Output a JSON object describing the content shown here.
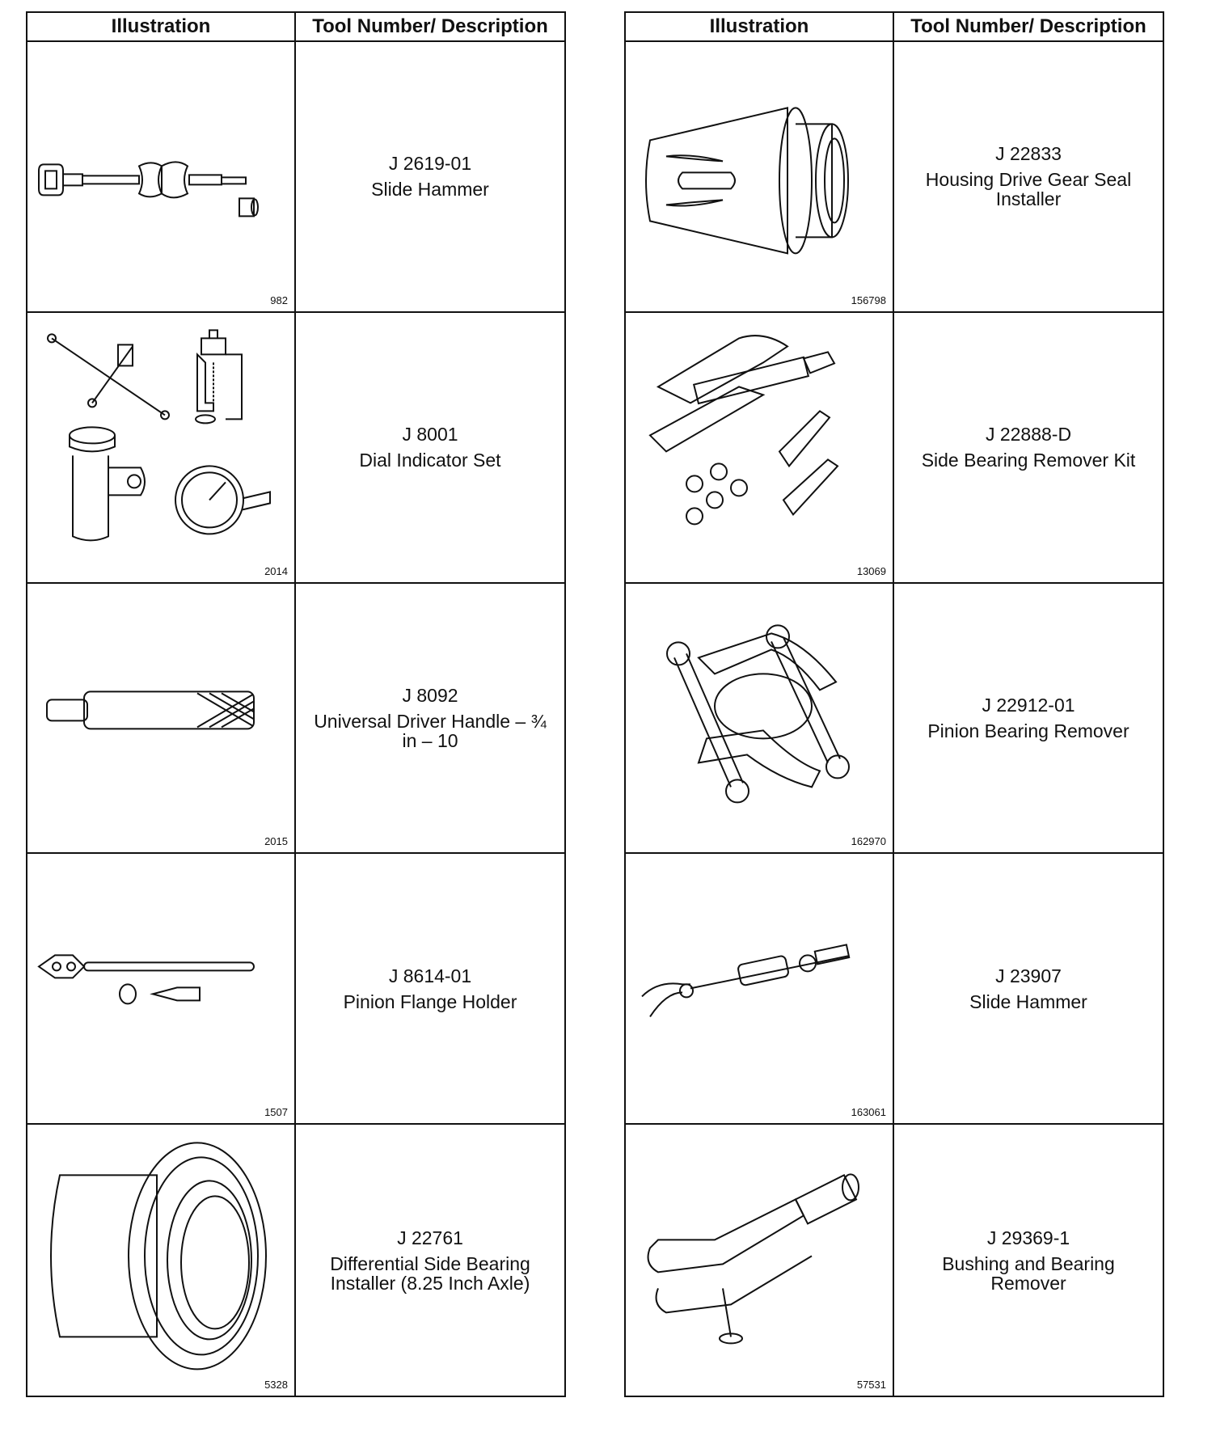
{
  "headers": {
    "illustration": "Illustration",
    "tool": "Tool Number/ Description"
  },
  "left": [
    {
      "fig": "982",
      "number": "J 2619-01",
      "name": "Slide Hammer",
      "icon": "slide-hammer-icon"
    },
    {
      "fig": "2014",
      "number": "J 8001",
      "name": "Dial Indicator Set",
      "icon": "dial-indicator-set-icon"
    },
    {
      "fig": "2015",
      "number": "J 8092",
      "name": "Universal Driver Handle – ¾ in – 10",
      "icon": "driver-handle-icon"
    },
    {
      "fig": "1507",
      "number": "J 8614-01",
      "name": "Pinion Flange Holder",
      "icon": "flange-holder-icon"
    },
    {
      "fig": "5328",
      "number": "J 22761",
      "name": "Differential Side Bearing Installer (8.25 Inch Axle)",
      "icon": "bearing-installer-icon"
    }
  ],
  "right": [
    {
      "fig": "156798",
      "number": "J 22833",
      "name": "Housing Drive Gear Seal Installer",
      "icon": "seal-installer-icon"
    },
    {
      "fig": "13069",
      "number": "J 22888-D",
      "name": "Side Bearing Remover Kit",
      "icon": "bearing-remover-kit-icon"
    },
    {
      "fig": "162970",
      "number": "J 22912-01",
      "name": "Pinion Bearing Remover",
      "icon": "pinion-bearing-remover-icon"
    },
    {
      "fig": "163061",
      "number": "J 23907",
      "name": "Slide Hammer",
      "icon": "slide-hammer-icon"
    },
    {
      "fig": "57531",
      "number": "J 29369-1",
      "name": "Bushing and Bearing Remover",
      "icon": "bushing-remover-icon"
    }
  ]
}
